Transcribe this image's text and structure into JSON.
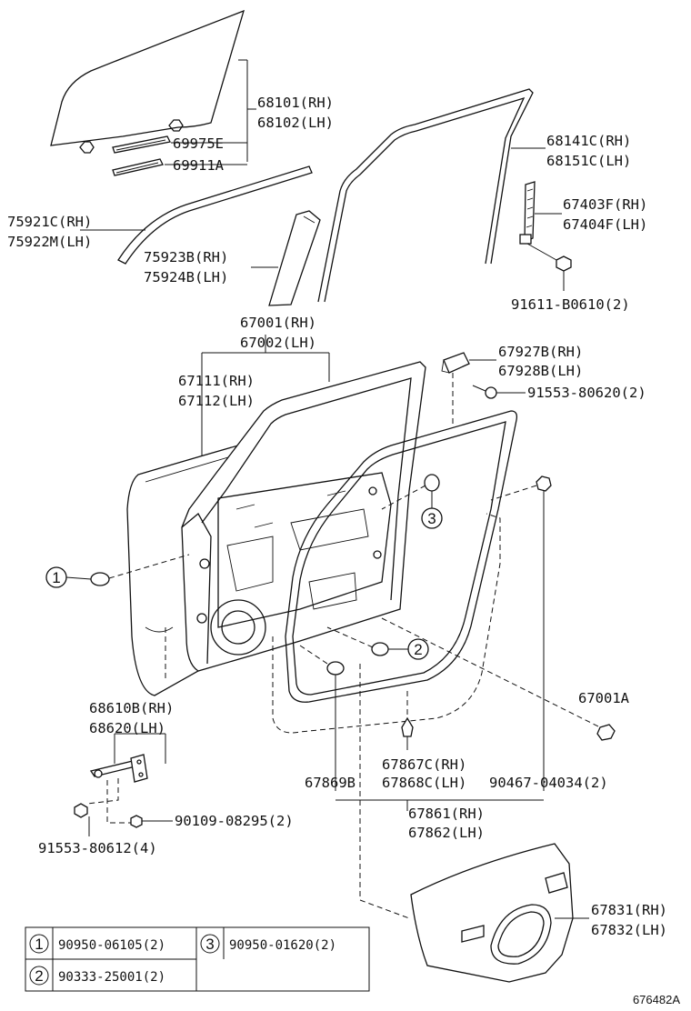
{
  "labels": {
    "glass_rh": "68101(RH)",
    "glass_lh": "68102(LH)",
    "p69975e": "69975E",
    "p69911a": "69911A",
    "run_rh": "68141C(RH)",
    "run_lh": "68151C(LH)",
    "m75921c": "75921C(RH)",
    "m75922m": "75922M(LH)",
    "m75923b": "75923B(RH)",
    "m75924b": "75924B(LH)",
    "ch67403f": "67403F(RH)",
    "ch67404f": "67404F(LH)",
    "b91611": "91611-B0610(2)",
    "door_rh": "67001(RH)",
    "door_lh": "67002(LH)",
    "panel_rh": "67111(RH)",
    "panel_lh": "67112(LH)",
    "c67927b": "67927B(RH)",
    "c67928b": "67928B(LH)",
    "s91553_20": "91553-80620(2)",
    "p67001a": "67001A",
    "chk_rh": "68610B(RH)",
    "chk_lh": "68620(LH)",
    "s90109": "90109-08295(2)",
    "s91553_12": "91553-80612(4)",
    "c67867c": "67867C(RH)",
    "c67868c": "67868C(LH)",
    "p67869b": "67869B",
    "s90467": "90467-04034(2)",
    "w67861": "67861(RH)",
    "w67862": "67862(LH)",
    "t67831": "67831(RH)",
    "t67832": "67832(LH)",
    "callout1": "1",
    "callout2": "2",
    "callout3": "3",
    "ref_code": "676482A"
  },
  "legend": {
    "n1": "1",
    "p1": "90950-06105(2)",
    "n3": "3",
    "p3": "90950-01620(2)",
    "n2": "2",
    "p2": "90333-25001(2)"
  }
}
